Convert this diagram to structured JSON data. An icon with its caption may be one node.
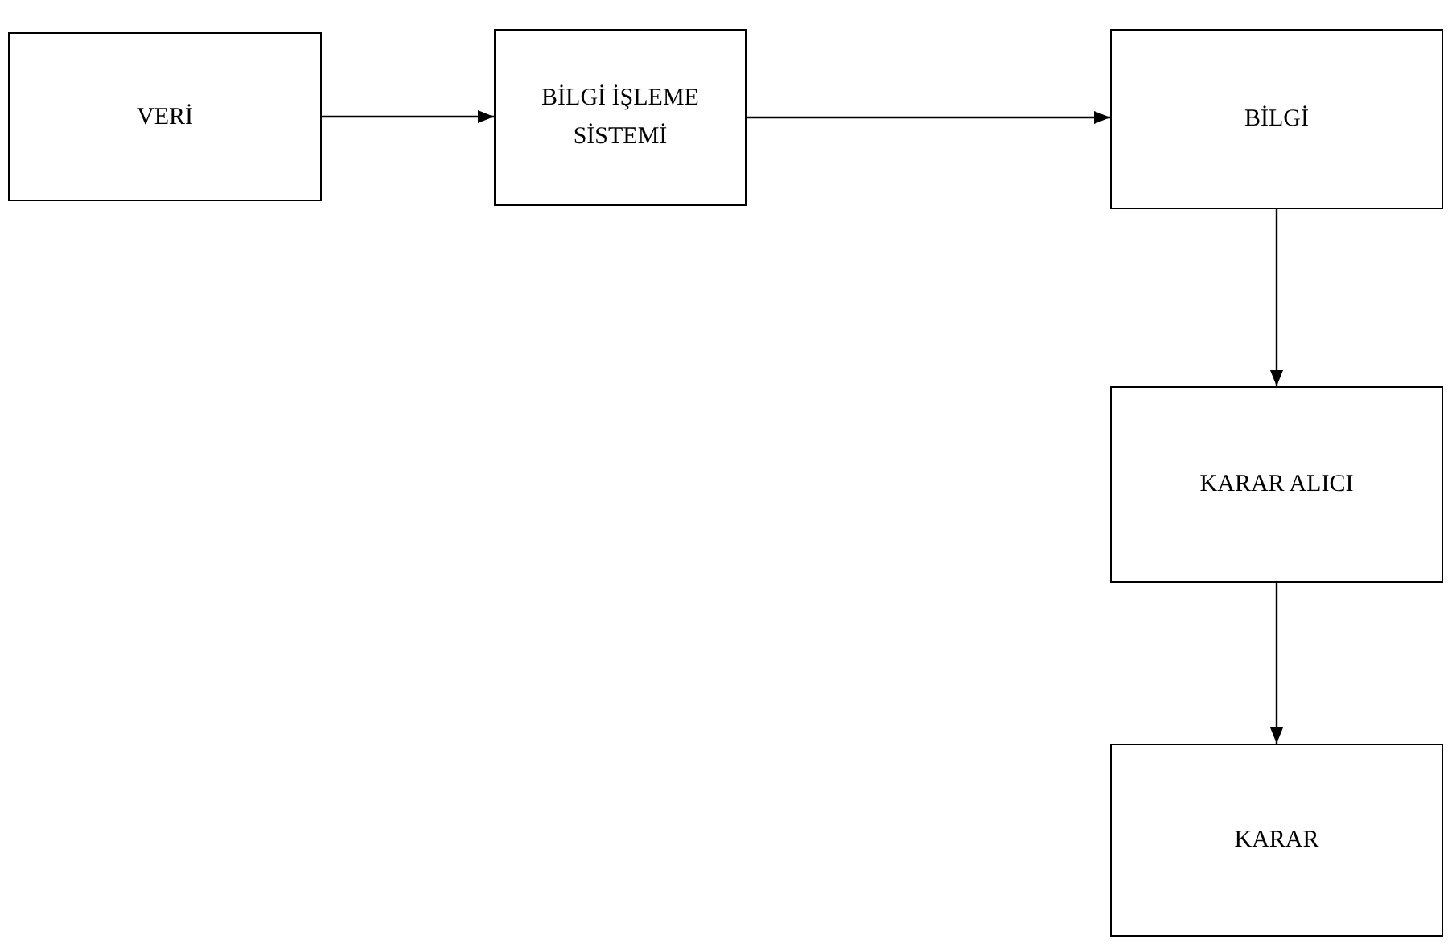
{
  "diagram": {
    "nodes": [
      {
        "text": [
          "VERİ"
        ]
      },
      {
        "text": [
          "BİLGİ İŞLEME SİSTEMİ"
        ]
      },
      {
        "text": [
          "BİLGİ"
        ]
      },
      {
        "text": [
          "KARAR ALICI"
        ]
      },
      {
        "text": [
          "KARAR"
        ]
      }
    ],
    "edges": [
      {
        "from": 0,
        "to": 1,
        "arrow": "to"
      },
      {
        "from": 1,
        "to": 2,
        "arrow": "to"
      },
      {
        "from": 2,
        "to": 3,
        "arrow": "to"
      },
      {
        "from": 3,
        "to": 4,
        "arrow": "to"
      }
    ]
  }
}
